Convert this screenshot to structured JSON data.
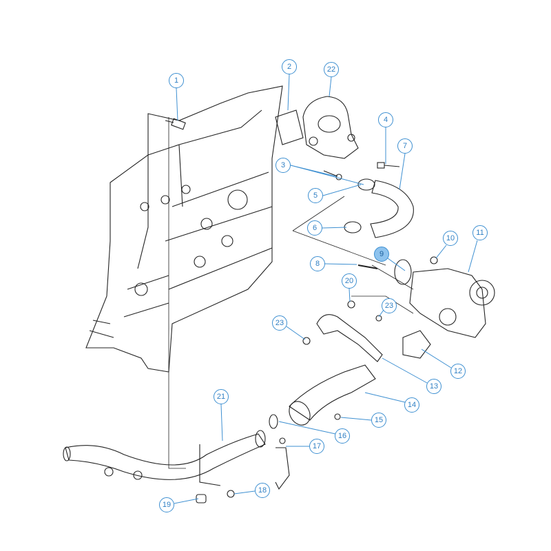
{
  "diagram": {
    "accent_color": "#3d8fd1",
    "highlight_color": "#8ec3ee",
    "highlighted_callout": "9",
    "callouts": [
      {
        "id": "c1",
        "label": "1"
      },
      {
        "id": "c2",
        "label": "2"
      },
      {
        "id": "c22",
        "label": "22"
      },
      {
        "id": "c3",
        "label": "3"
      },
      {
        "id": "c4",
        "label": "4"
      },
      {
        "id": "c7",
        "label": "7"
      },
      {
        "id": "c5",
        "label": "5"
      },
      {
        "id": "c6",
        "label": "6"
      },
      {
        "id": "c9",
        "label": "9"
      },
      {
        "id": "c10",
        "label": "10"
      },
      {
        "id": "c11",
        "label": "11"
      },
      {
        "id": "c8",
        "label": "8"
      },
      {
        "id": "c20",
        "label": "20"
      },
      {
        "id": "c23a",
        "label": "23"
      },
      {
        "id": "c23b",
        "label": "23"
      },
      {
        "id": "c12",
        "label": "12"
      },
      {
        "id": "c13",
        "label": "13"
      },
      {
        "id": "c14",
        "label": "14"
      },
      {
        "id": "c15",
        "label": "15"
      },
      {
        "id": "c21",
        "label": "21"
      },
      {
        "id": "c16",
        "label": "16"
      },
      {
        "id": "c17",
        "label": "17"
      },
      {
        "id": "c18",
        "label": "18"
      },
      {
        "id": "c19",
        "label": "19"
      }
    ]
  }
}
